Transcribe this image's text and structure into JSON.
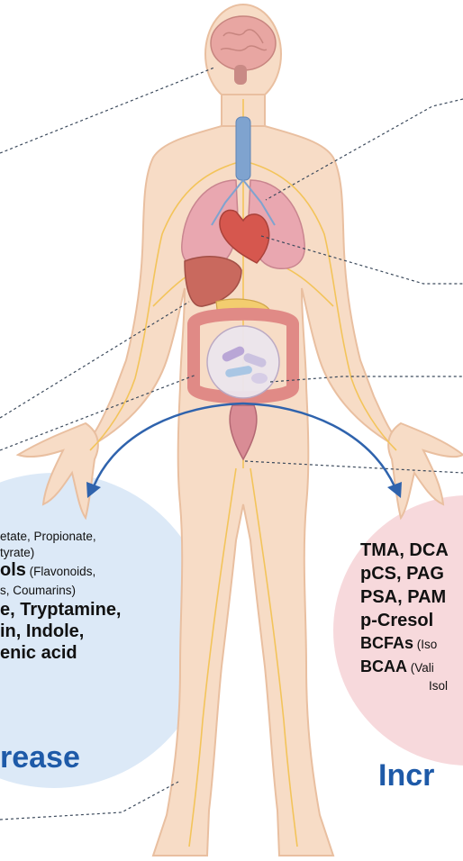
{
  "left_panel": {
    "line1": "etate, Propionate,",
    "line2": "tyrate)",
    "line3_bold": "ols",
    "line3_small": " (Flavonoids,",
    "line4": "s, Coumarins)",
    "line5": "e, Tryptamine,",
    "line6": "in, Indole,",
    "line7": "enic acid",
    "heading": "rease",
    "heading_color": "#1e5aa8",
    "fill_color": "#dce9f7"
  },
  "right_panel": {
    "line1": "TMA, DCA",
    "line2": "pCS, PAG",
    "line3": "PSA, PAM",
    "line4": "p-Cresol",
    "line5_bold": "BCFAs",
    "line5_small": " (Iso",
    "line6_bold": "BCAA",
    "line6_small": " (Vali",
    "line7": "Isol",
    "heading": "Incr",
    "heading_color": "#1e5aa8",
    "fill_color": "#f7d9dc"
  },
  "colors": {
    "skin": "#f7dcc6",
    "skin_outline": "#e9bfa0",
    "nerves": "#f3c45a",
    "lungs": "#e9a7b0",
    "liver": "#c9695e",
    "colon": "#e08a86",
    "brain": "#e8a6a2",
    "trachea": "#7fa3cf",
    "arrow": "#2f63ad",
    "leader": "#3c4a5c"
  }
}
